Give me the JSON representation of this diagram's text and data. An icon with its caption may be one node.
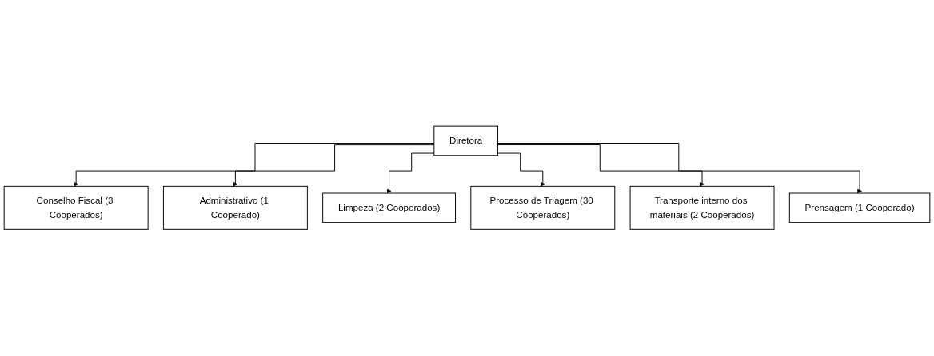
{
  "diagram": {
    "nodes": [
      {
        "text": [
          "Diretora"
        ]
      },
      {
        "text": [
          "Conselho Fiscal (3 Cooperados)"
        ]
      },
      {
        "text": [
          "Administrativo (1 Cooperado)"
        ]
      },
      {
        "text": [
          "Limpeza (2 Cooperados)"
        ]
      },
      {
        "text": [
          "Processo de Triagem (30 Cooperados)"
        ]
      },
      {
        "text": [
          "Transporte interno dos materiais (2 Cooperados)"
        ]
      },
      {
        "text": [
          "Prensagem (1 Cooperado)"
        ]
      }
    ],
    "edges": [
      {
        "from": 0,
        "to": 1,
        "arrow": "to"
      },
      {
        "from": 0,
        "to": 2,
        "arrow": "to"
      },
      {
        "from": 0,
        "to": 3,
        "arrow": "to"
      },
      {
        "from": 0,
        "to": 4,
        "arrow": "to"
      },
      {
        "from": 0,
        "to": 5,
        "arrow": "to"
      },
      {
        "from": 0,
        "to": 6,
        "arrow": "to"
      }
    ]
  }
}
